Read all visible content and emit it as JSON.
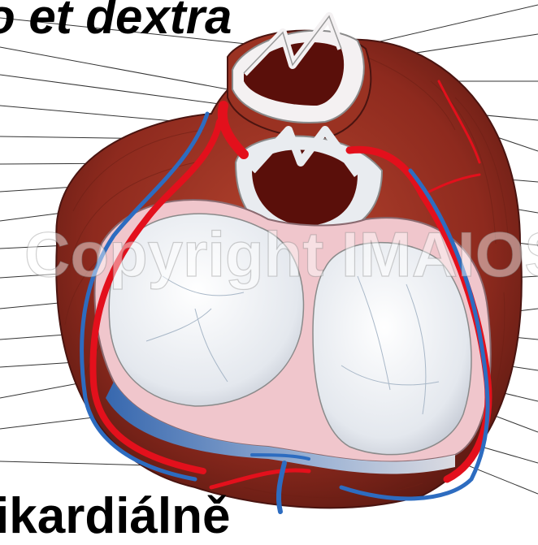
{
  "headings": {
    "top": "o et dextra",
    "bottom": "ikardiálně"
  },
  "watermark": "Copyright IMAIOS",
  "colors": {
    "muscle": "#8e2a1e",
    "muscle_dark": "#5e1a12",
    "muscle_light": "#b5452f",
    "valve_white": "#f2f2f4",
    "valve_pink": "#f0c6cc",
    "artery": "#e3101c",
    "vein": "#2d6cc0",
    "leader": "#333333"
  },
  "icons": [
    "heart-valves-illustration"
  ]
}
